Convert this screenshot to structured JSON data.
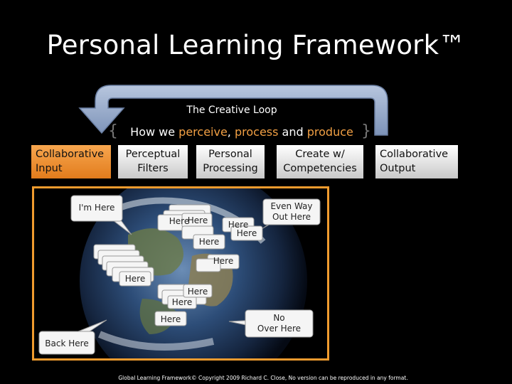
{
  "title": "Personal Learning Framework™",
  "loop_label": "The Creative Loop",
  "tagline": {
    "prefix": "How we ",
    "word1": "perceive",
    "sep1": ", ",
    "word2": "process",
    "sep2": " and ",
    "word3": "produce"
  },
  "stages": [
    {
      "label": "Collaborative Input",
      "line1": "Collaborative",
      "line2": "Input"
    },
    {
      "label": "Perceptual Filters",
      "line1": "Perceptual",
      "line2": "Filters"
    },
    {
      "label": "Personal Processing",
      "line1": "Personal",
      "line2": "Processing"
    },
    {
      "label": "Create w/ Competencies",
      "line1": "Create w/",
      "line2": "Competencies"
    },
    {
      "label": "Collaborative Output",
      "line1": "Collaborative",
      "line2": "Output"
    }
  ],
  "callouts": {
    "im_here": "I'm Here",
    "here": "Here",
    "even_way_l1": "Even Way",
    "even_way_l2": "Out Here",
    "no_l1": "No",
    "no_l2": "Over Here",
    "back_here": "Back Here"
  },
  "footer": "Global Learning Framework© Copyright 2009 Richard C. Close, No version can be reproduced in any format.",
  "colors": {
    "accent": "#f09b2e",
    "loop_arrow": "#8ea4c7",
    "highlight": "#f2a044"
  }
}
